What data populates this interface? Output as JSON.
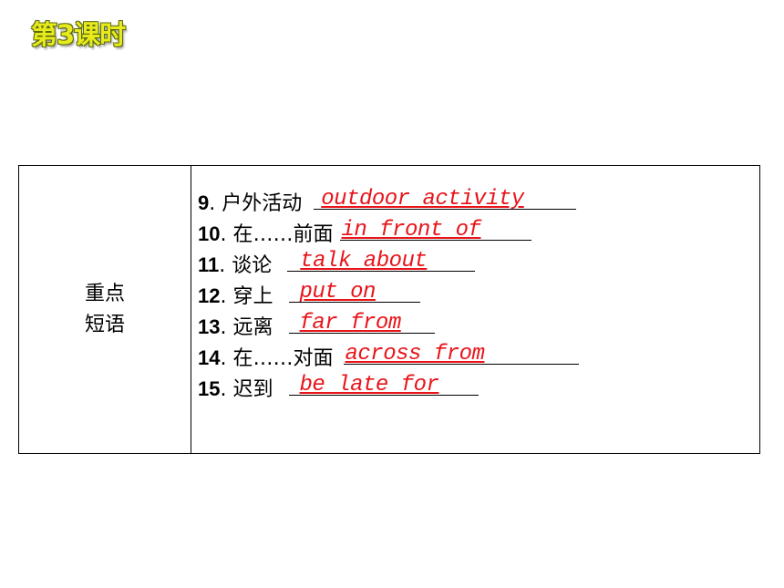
{
  "lesson_title": "第3课时",
  "table": {
    "category_line1": "重点",
    "category_line2": "短语",
    "items": [
      {
        "num": "9",
        "sep": ".",
        "prompt": "户外活动",
        "answer": "outdoor activity"
      },
      {
        "num": "10",
        "sep": ".",
        "prompt": "在……前面",
        "answer": "in front of"
      },
      {
        "num": "11",
        "sep": ".",
        "prompt": "谈论",
        "answer": "talk about"
      },
      {
        "num": "12",
        "sep": ".",
        "prompt": "穿上",
        "answer": "put on"
      },
      {
        "num": "13",
        "sep": ".",
        "prompt": "远离",
        "answer": "far from"
      },
      {
        "num": "14",
        "sep": ".",
        "prompt": "在……对面",
        "answer": "across from"
      },
      {
        "num": "15",
        "sep": ".",
        "prompt": "迟到",
        "answer": "be late for"
      }
    ]
  },
  "colors": {
    "title_fill": "#e8ea1c",
    "answer_red": "#e8141a"
  }
}
